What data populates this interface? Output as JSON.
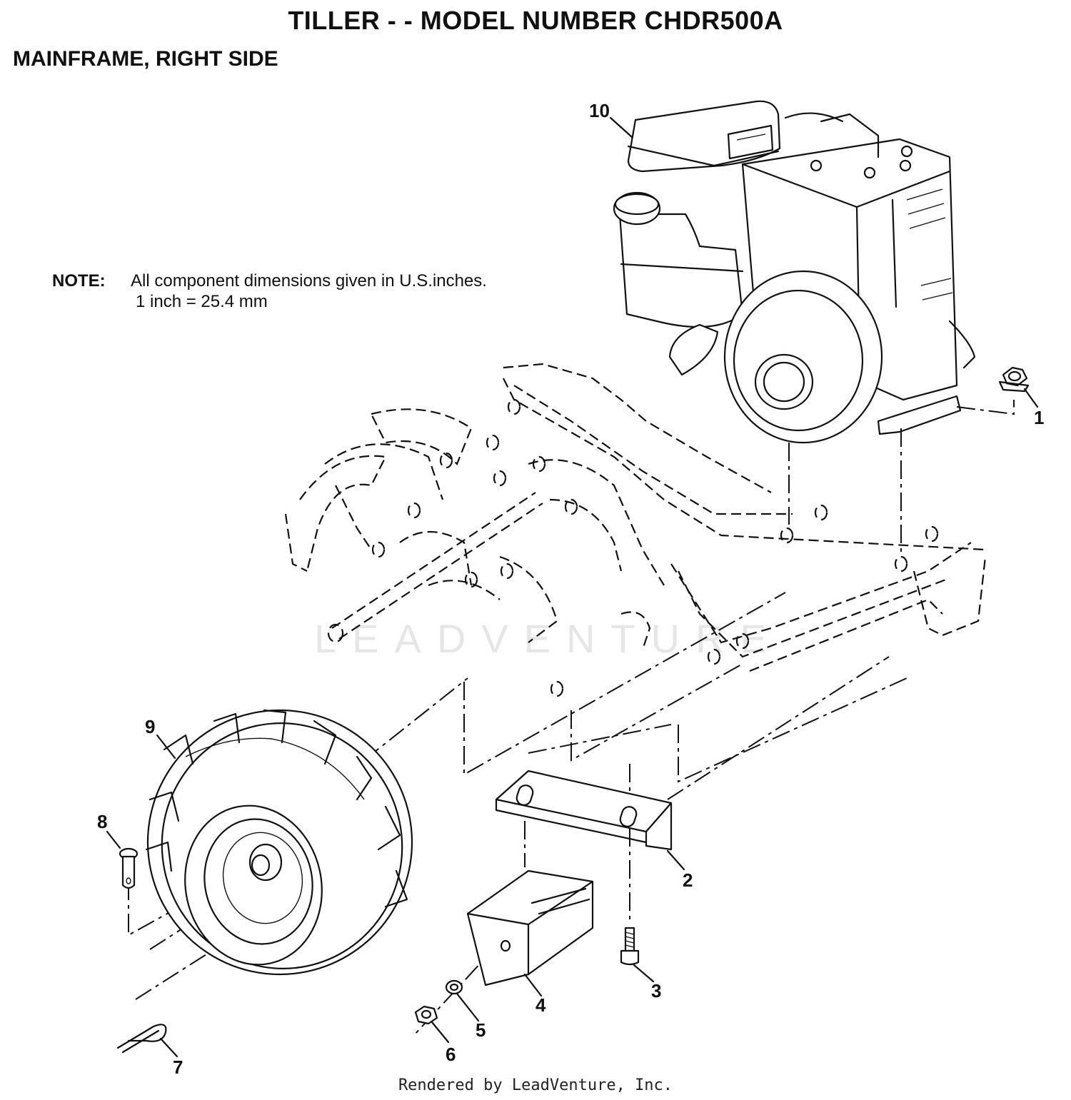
{
  "header": {
    "title": "TILLER - - MODEL NUMBER CHDR500A",
    "subtitle": "MAINFRAME, RIGHT SIDE"
  },
  "note": {
    "label": "NOTE:",
    "line1": "All component dimensions given in U.S.inches.",
    "line2": "1 inch = 25.4 mm"
  },
  "callouts": [
    "1",
    "2",
    "3",
    "4",
    "5",
    "6",
    "7",
    "8",
    "9",
    "10"
  ],
  "watermark": "LEADVENTURE",
  "footer": "Rendered by LeadVenture, Inc."
}
